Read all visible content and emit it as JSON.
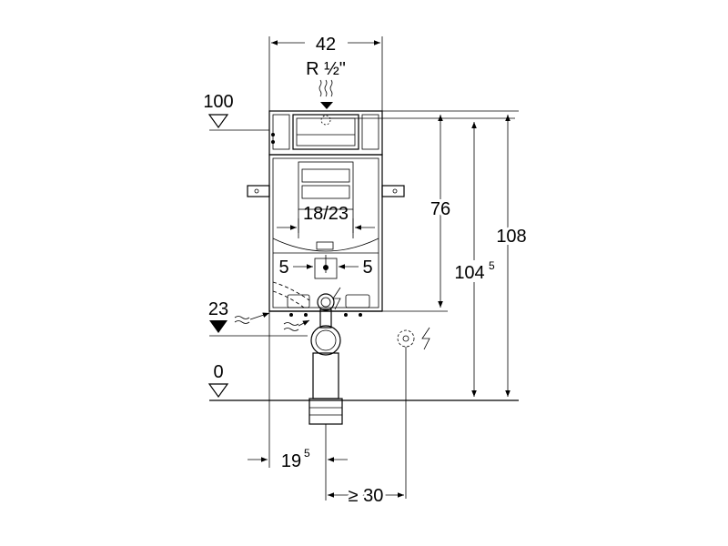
{
  "dimensions": {
    "width_top": "42",
    "thread": "R ½\"",
    "level_top": "100",
    "level_mid": "23",
    "level_floor": "0",
    "height_76": "76",
    "height_1045_base": "104",
    "height_1045_sup": "5",
    "height_108": "108",
    "width_1823": "18/23",
    "offset_left": "5",
    "offset_right": "5",
    "dist_195_base": "19",
    "dist_195_sup": "5",
    "dist_30": "≥ 30"
  }
}
